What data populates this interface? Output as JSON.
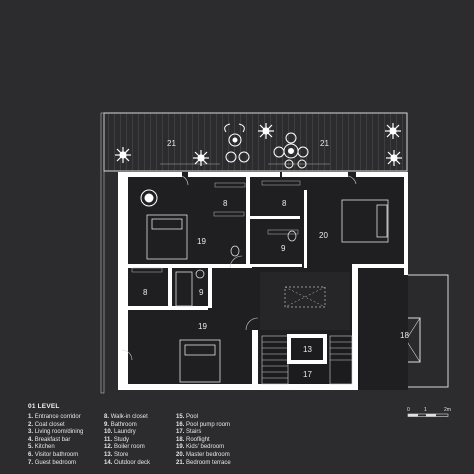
{
  "rooms": {
    "r8a": "8",
    "r8b": "8",
    "r8c": "8",
    "r9a": "9",
    "r9b": "9",
    "r13": "13",
    "r17": "17",
    "r18": "18",
    "r19a": "19",
    "r19b": "19",
    "r20": "20",
    "r21a": "21",
    "r21b": "21"
  },
  "legend": {
    "title": "01 LEVEL",
    "col1": [
      {
        "num": "1.",
        "label": "Entrance corridor"
      },
      {
        "num": "2.",
        "label": "Coat closet"
      },
      {
        "num": "3.",
        "label": "Living room/dining"
      },
      {
        "num": "4.",
        "label": "Breakfast bar"
      },
      {
        "num": "5.",
        "label": "Kitchen"
      },
      {
        "num": "6.",
        "label": "Visitor bathroom"
      },
      {
        "num": "7.",
        "label": "Guest bedroom"
      }
    ],
    "col2": [
      {
        "num": "8.",
        "label": "Walk-in closet"
      },
      {
        "num": "9.",
        "label": "Bathroom"
      },
      {
        "num": "10.",
        "label": "Laundry"
      },
      {
        "num": "11.",
        "label": "Study"
      },
      {
        "num": "12.",
        "label": "Boiler room"
      },
      {
        "num": "13.",
        "label": "Store"
      },
      {
        "num": "14.",
        "label": "Outdoor deck"
      }
    ],
    "col3": [
      {
        "num": "15.",
        "label": "Pool"
      },
      {
        "num": "16.",
        "label": "Pool pump room"
      },
      {
        "num": "17.",
        "label": "Stairs"
      },
      {
        "num": "18.",
        "label": "Rooflight"
      },
      {
        "num": "19.",
        "label": "Kids' bedroom"
      },
      {
        "num": "20.",
        "label": "Master bedroom"
      },
      {
        "num": "21.",
        "label": "Bedroom terrace"
      }
    ]
  },
  "scale": {
    "zero": "0",
    "one": "1",
    "two": "2m"
  },
  "colors": {
    "background": "#2c2c2e",
    "wall": "#ffffff",
    "line": "#dcdcdc",
    "dark": "#202022"
  }
}
